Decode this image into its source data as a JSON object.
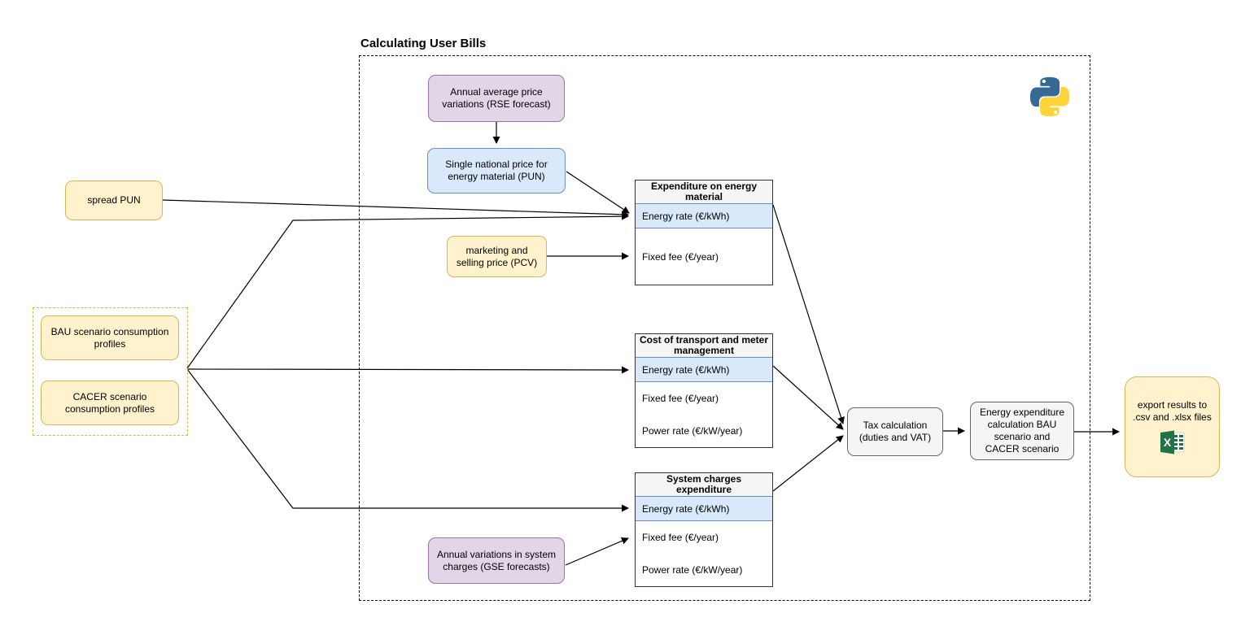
{
  "diagram": {
    "title": "Calculating User Bills",
    "nodes": {
      "rse_forecast": "Annual average price variations (RSE forecast)",
      "pun": "Single national price for energy material (PUN)",
      "spread_pun": "spread PUN",
      "pcv": "marketing and selling price (PCV)",
      "bau_profiles": "BAU scenario consumption profiles",
      "cacer_profiles": "CACER scenario consumption profiles",
      "gse_forecast": "Annual variations in system charges (GSE forecasts)",
      "tax_calculation": "Tax calculation (duties and VAT)",
      "energy_expenditure": "Energy expenditure calculation BAU scenario and CACER scenario",
      "export_results": "export results to .csv and .xlsx files"
    },
    "tables": [
      {
        "title": "Expenditure on energy material",
        "rows": [
          "Energy rate (€/kWh)",
          "Fixed fee (€/year)"
        ]
      },
      {
        "title": "Cost of transport and meter management",
        "rows": [
          "Energy rate (€/kWh)",
          "Fixed fee (€/year)",
          "Power rate (€/kW/year)"
        ]
      },
      {
        "title": "System charges expenditure",
        "rows": [
          "Energy rate (€/kWh)",
          "Fixed fee (€/year)",
          "Power rate (€/kW/year)"
        ]
      }
    ],
    "icons": {
      "python": "python-logo",
      "excel": "excel-spreadsheet"
    },
    "colors": {
      "yellow_fill": "#FFF2CC",
      "yellow_stroke": "#D6B656",
      "purple_fill": "#E1D5E7",
      "purple_stroke": "#9673A6",
      "blue_fill": "#DAE8FC",
      "blue_stroke": "#6C8EBF",
      "gray_fill": "#F5F5F5",
      "gray_stroke": "#666666",
      "python_blue": "#366994",
      "python_yellow": "#FFD43B",
      "excel_green": "#217346"
    }
  }
}
